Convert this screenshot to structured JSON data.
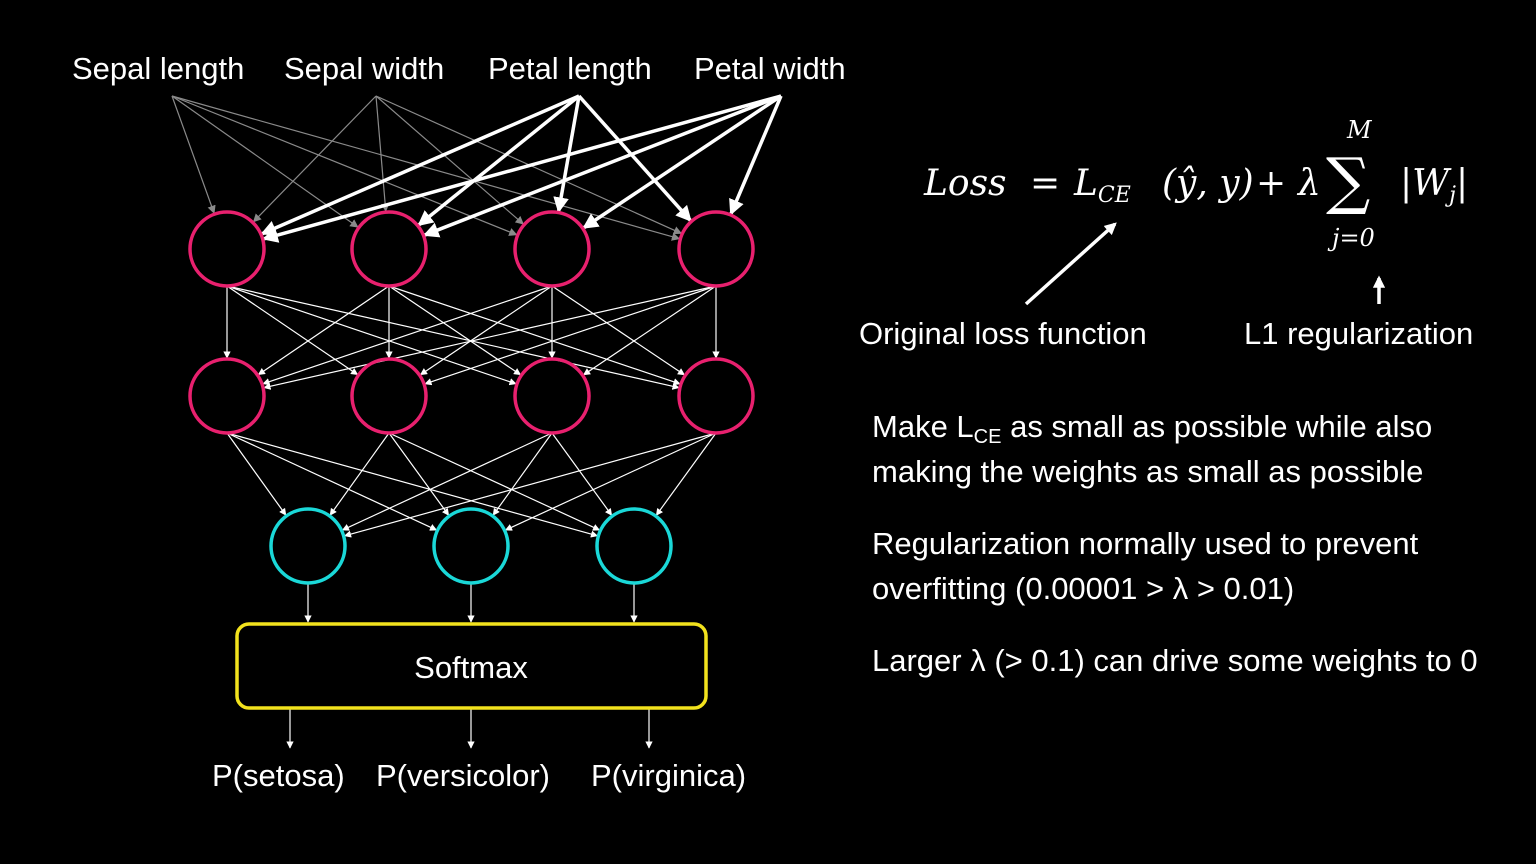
{
  "diagram": {
    "inputs": [
      "Sepal length",
      "Sepal width",
      "Petal length",
      "Petal width"
    ],
    "outputs": [
      "P(setosa)",
      "P(versicolor)",
      "P(virginica)"
    ],
    "softmax_label": "Softmax",
    "layers": [
      4,
      4,
      3
    ],
    "colors": {
      "hidden": "#e8206e",
      "output": "#1ad8d8",
      "softmax": "#f2e21d",
      "edge": "#ffffff",
      "faded_edge": "#8a8a8a"
    }
  },
  "formula": {
    "lhs": "Loss",
    "equals": "=",
    "L": "L",
    "ce_sub": "CE",
    "args": "(ŷ, y)",
    "plus": "+",
    "lambda": "λ",
    "sum_symbol": "∑",
    "sum_upper": "M",
    "sum_lower": "j=0",
    "abs_term": "|W",
    "abs_sub": "j",
    "abs_close": "|"
  },
  "annotations": {
    "original_loss": "Original loss function",
    "l1": "L1 regularization"
  },
  "bullets": {
    "b1_pre": "Make L",
    "b1_sub": "CE",
    "b1_post": " as small as possible while also making the weights as small as possible",
    "b2": "Regularization normally used to prevent overfitting (0.00001 > λ > 0.01)",
    "b3": "Larger λ (> 0.1) can drive some weights to 0"
  }
}
